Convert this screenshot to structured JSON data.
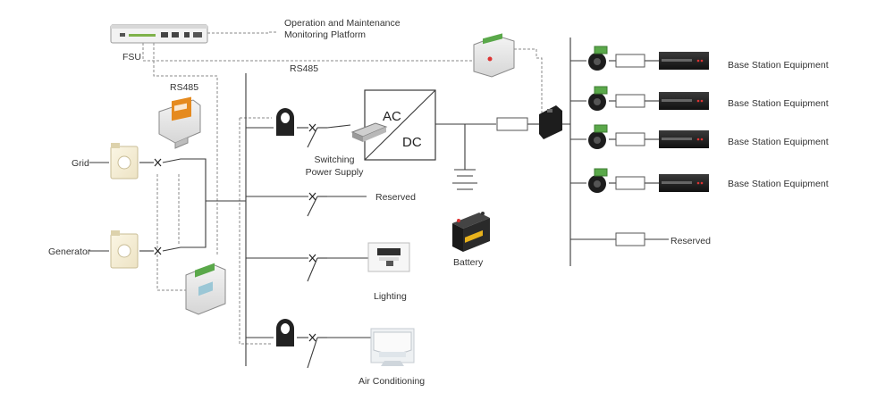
{
  "labels": {
    "fsu": "FSU",
    "platform_line1": "Operation and Maintenance",
    "platform_line2": "Monitoring Platform",
    "rs485_top": "RS485",
    "rs485_meter": "RS485",
    "grid": "Grid",
    "generator": "Generator",
    "switching_line1": "Switching",
    "switching_line2": "Power Supply",
    "ac": "AC",
    "dc": "DC",
    "reserved_ac": "Reserved",
    "battery": "Battery",
    "lighting": "Lighting",
    "air_conditioning": "Air Conditioning",
    "bse_1": "Base Station Equipment",
    "bse_2": "Base Station Equipment",
    "bse_3": "Base Station Equipment",
    "bse_4": "Base Station Equipment",
    "reserved_dc": "Reserved"
  },
  "icons": [
    "fsu-unit-icon",
    "din-meter-icon",
    "current-transformer-icon",
    "breaker-x-icon",
    "switching-power-supply-icon",
    "dc-meter-icon",
    "hall-sensor-icon",
    "battery-icon",
    "lamp-icon",
    "air-conditioner-icon",
    "rack-equipment-icon",
    "fuse-icon"
  ],
  "colors": {
    "line": "#3a3a3a",
    "dashed": "#8a8a8a",
    "meter_green": "#5aa84a",
    "meter_orange": "#e58a1f",
    "equipment": "#1d1d1d"
  }
}
